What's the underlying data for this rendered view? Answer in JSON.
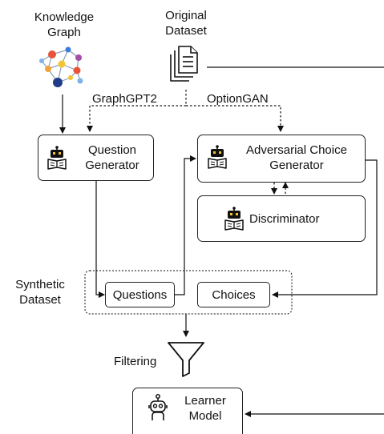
{
  "sources": {
    "knowledge_graph": "Knowledge\nGraph",
    "original_dataset": "Original\nDataset"
  },
  "edges": {
    "graphgpt2": "GraphGPT2",
    "optiongan": "OptionGAN"
  },
  "nodes": {
    "question_generator": "Question\nGenerator",
    "adversarial_choice_generator": "Adversarial Choice\nGenerator",
    "discriminator": "Discriminator",
    "questions": "Questions",
    "choices": "Choices",
    "learner_model": "Learner\nModel"
  },
  "groups": {
    "synthetic_dataset": "Synthetic\nDataset"
  },
  "steps": {
    "filtering": "Filtering"
  },
  "colors": {
    "graph_nodes": [
      "#e8533a",
      "#f2a23a",
      "#3b7dd8",
      "#1f3c88",
      "#f4c430",
      "#7fb3e8",
      "#a64ca6"
    ],
    "line": "#111111"
  },
  "icons": {
    "dataset": "document-stack-icon",
    "knowledge_graph": "network-graph-icon",
    "robot": "robot-reading-icon",
    "learner": "robot-outline-icon",
    "filter": "funnel-icon"
  }
}
